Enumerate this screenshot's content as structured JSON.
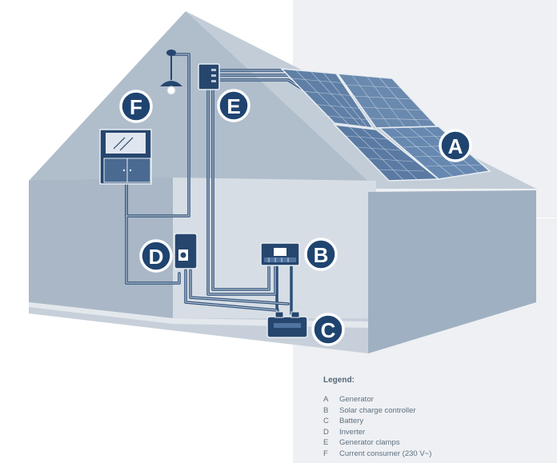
{
  "components": [
    {
      "letter": "A",
      "name": "Generator"
    },
    {
      "letter": "B",
      "name": "Solar charge controller"
    },
    {
      "letter": "C",
      "name": "Battery"
    },
    {
      "letter": "D",
      "name": "Inverter"
    },
    {
      "letter": "E",
      "name": "Generator clamps"
    },
    {
      "letter": "F",
      "name": "Current consumer (230 V~)"
    }
  ],
  "legend": {
    "title": "Legend:"
  },
  "colors": {
    "house_wall": "#a9b7c6",
    "house_shade": "#8a9aaf",
    "house_inner": "#d9dfe6",
    "device_navy": "#26466e",
    "cable": "#3a5f86",
    "panel_blue": "#5f7fa6",
    "label_ring": "#1f4470"
  }
}
